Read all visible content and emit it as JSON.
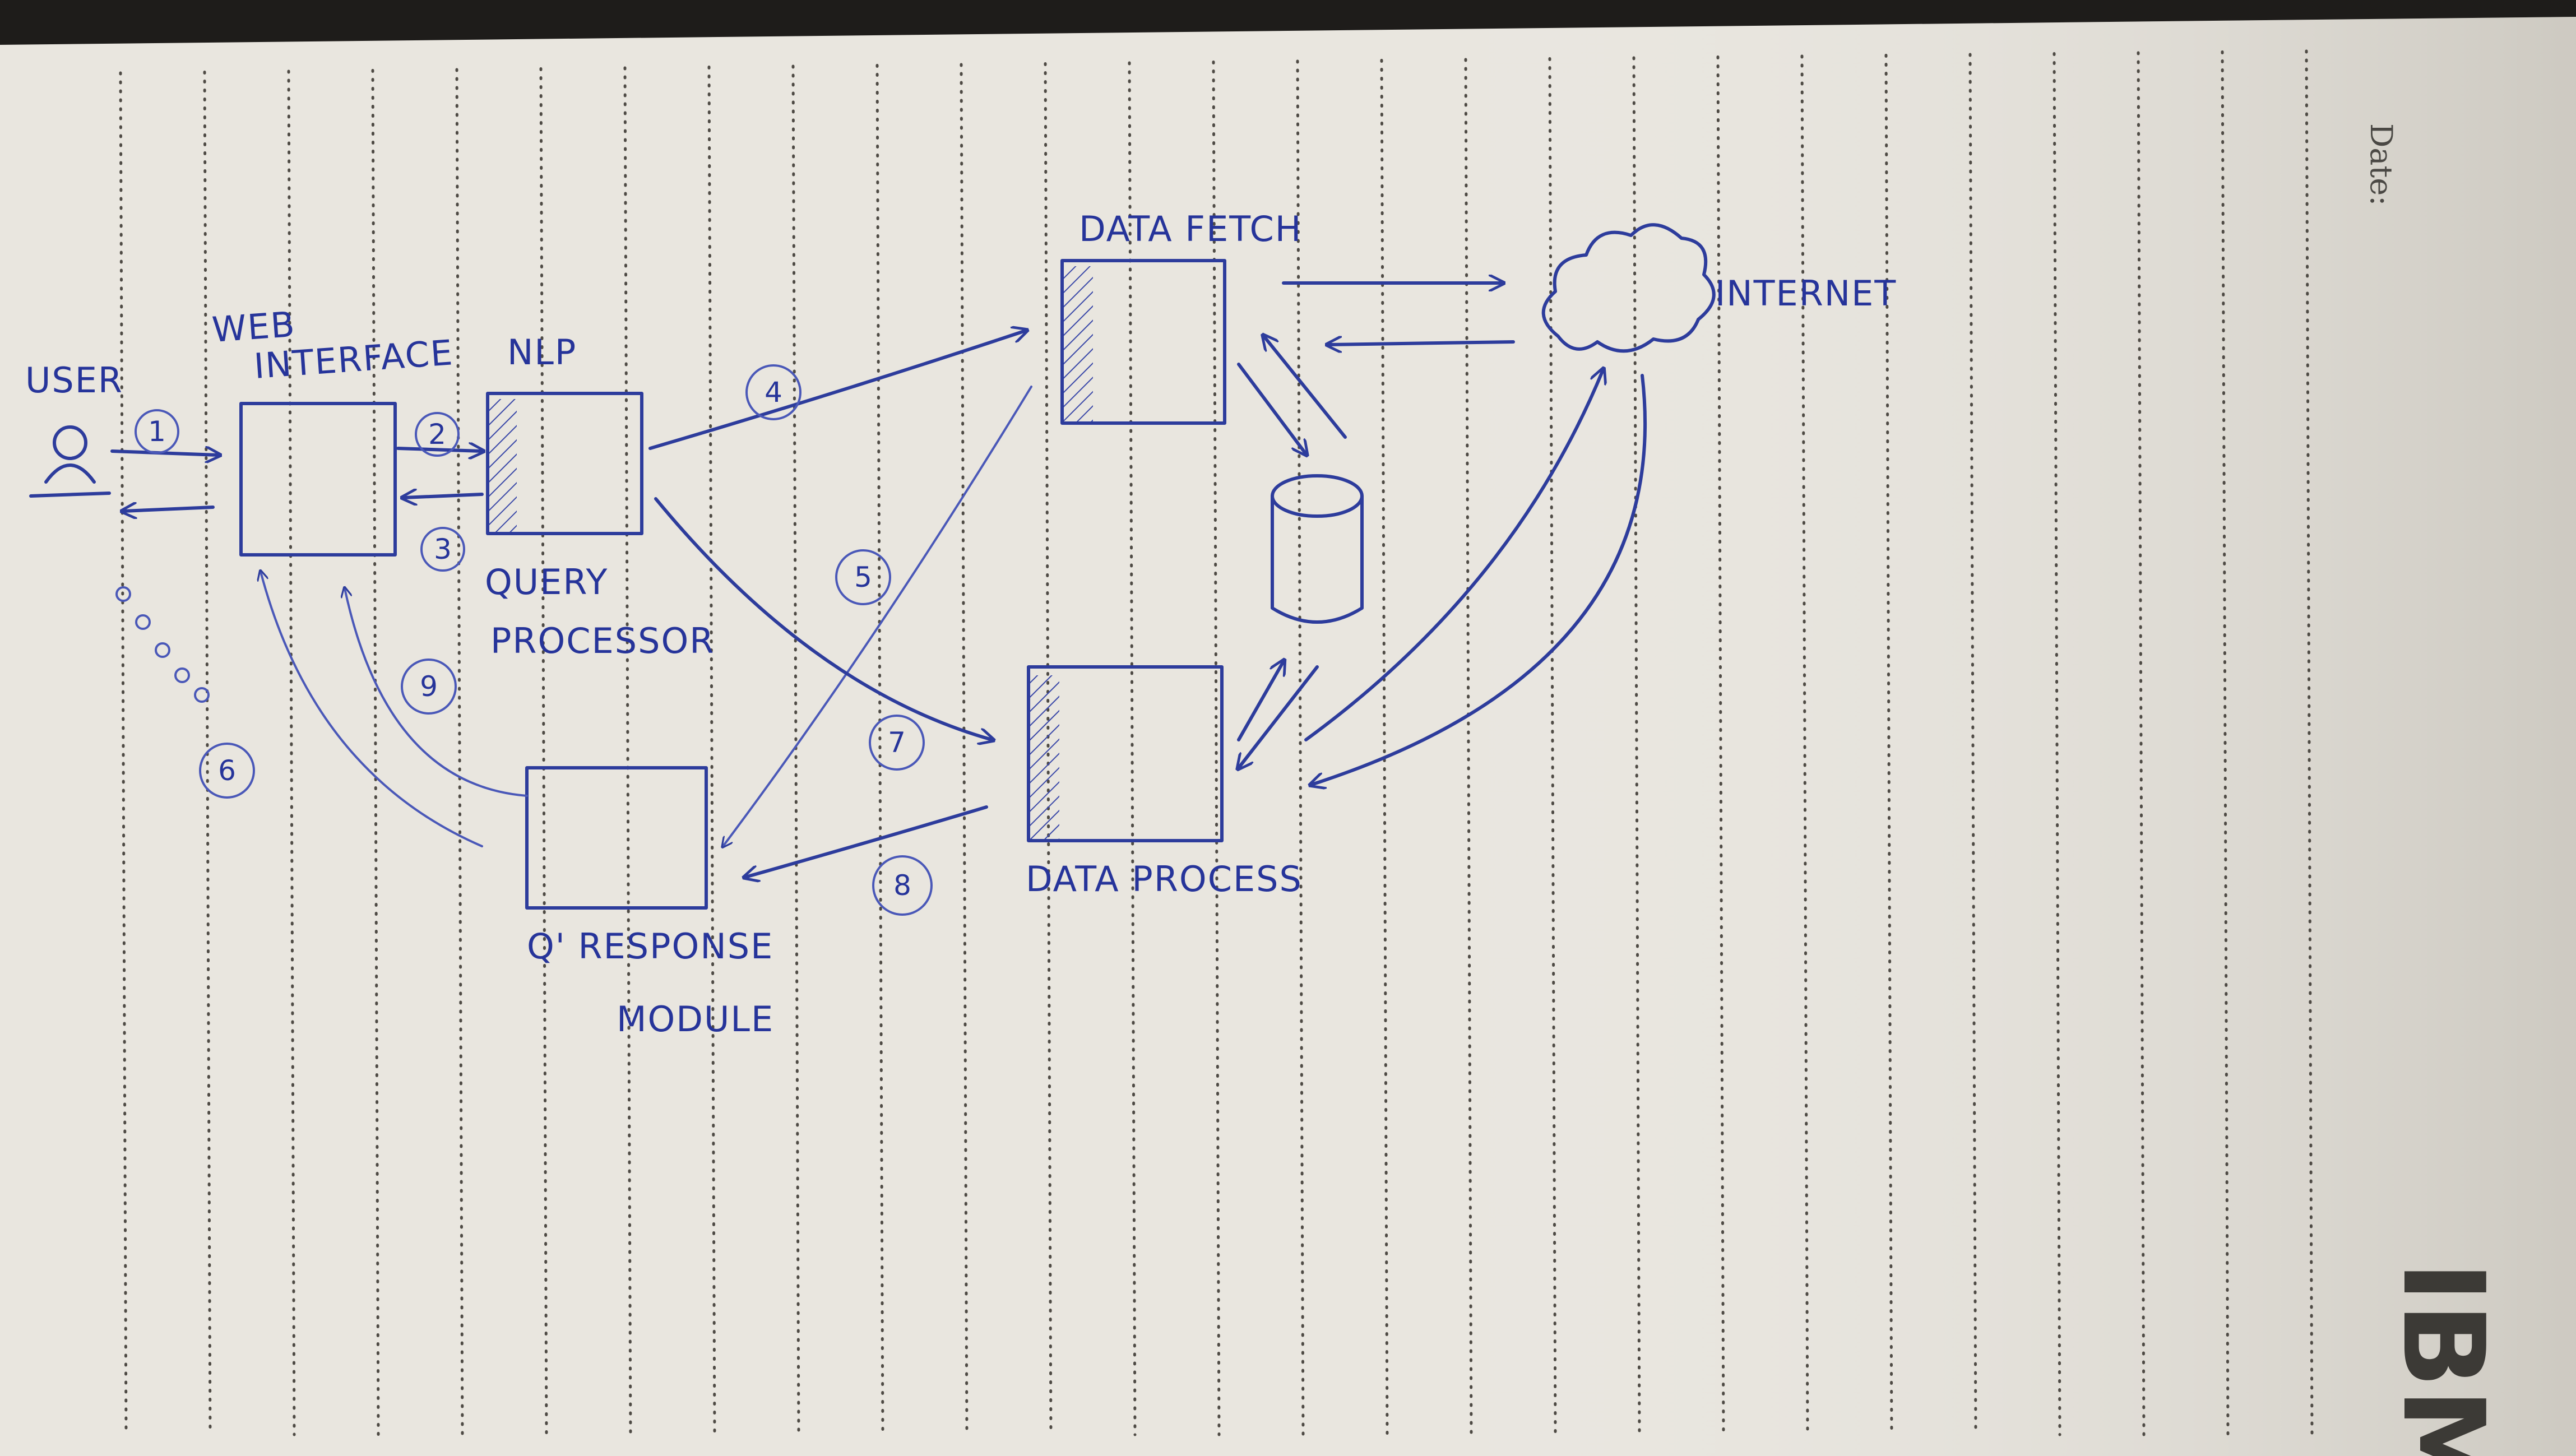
{
  "diagram": {
    "nodes": {
      "user": "USER",
      "web_interface": [
        "WEB",
        "INTERFACE"
      ],
      "nlp": "NLP",
      "query_processor": [
        "QUERY",
        "PROCESSOR"
      ],
      "data_fetch": "DATA FETCH",
      "internet": "INTERNET",
      "data_process": "DATA PROCESS",
      "response_module": [
        "Q' RESPONSE",
        "MODULE"
      ]
    },
    "steps": [
      "1",
      "2",
      "3",
      "4",
      "5",
      "6",
      "7",
      "8",
      "9"
    ]
  },
  "paper": {
    "date_label": "Date:",
    "logo": "IBM"
  },
  "colors": {
    "ink": "#2d3c9c",
    "paper": "#ebe8e0"
  }
}
